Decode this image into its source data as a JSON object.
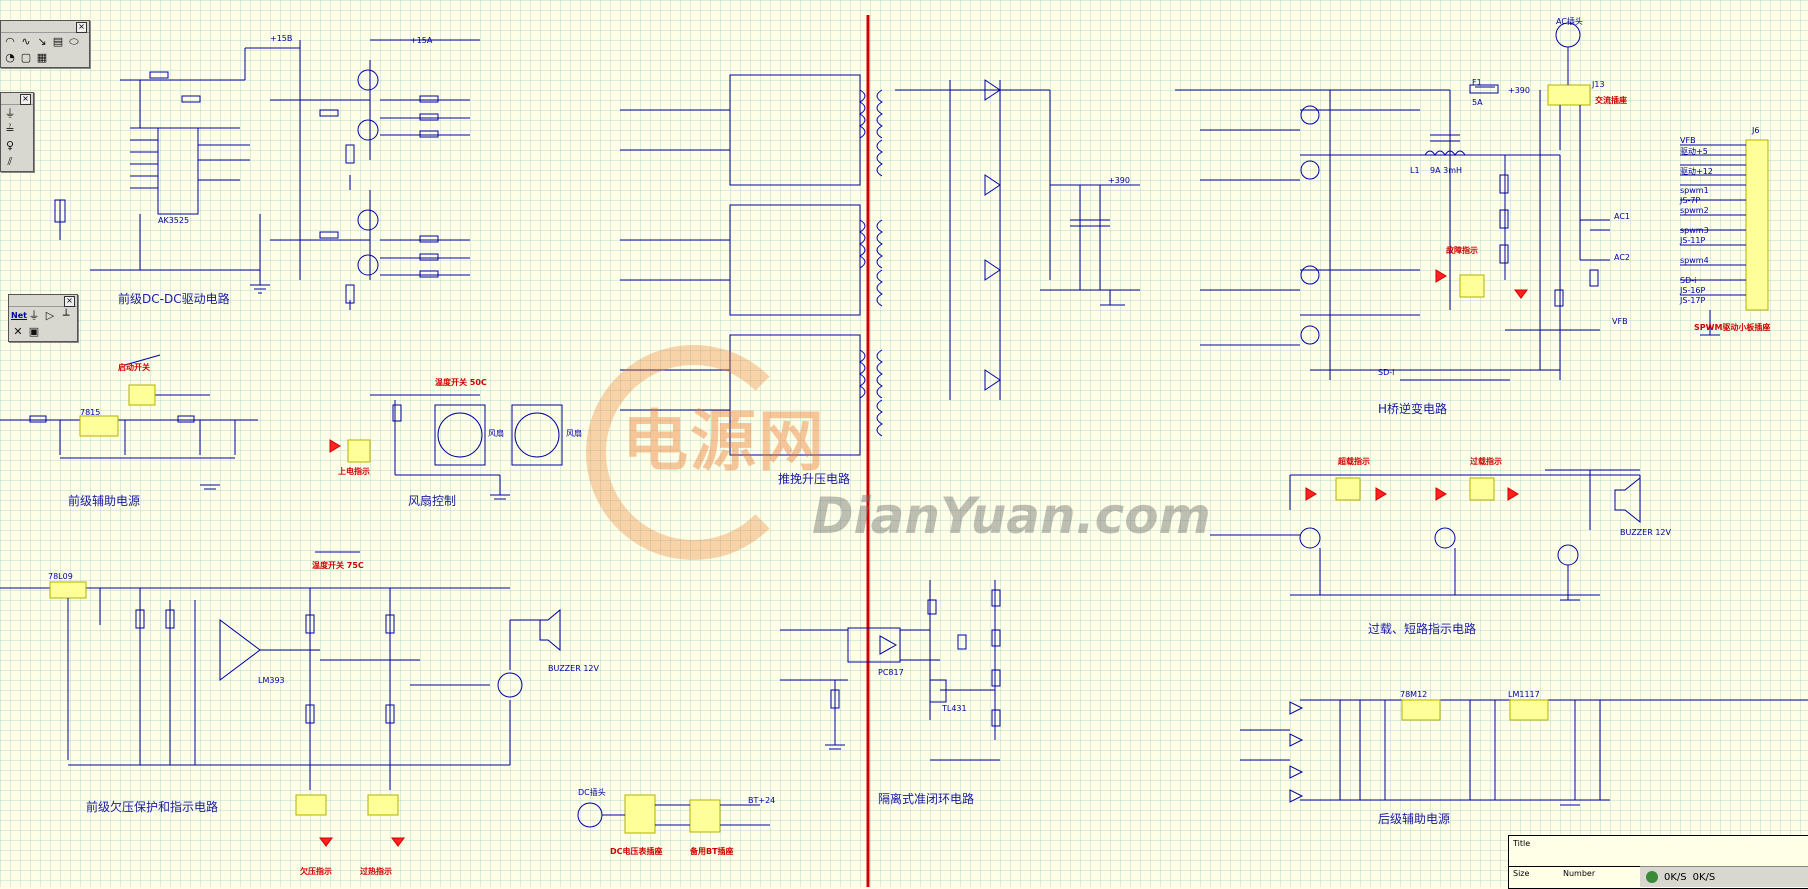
{
  "titles": {
    "dcdc_driver": "前级DC-DC驱动电路",
    "aux_front": "前级辅助电源",
    "fan": "风扇控制",
    "undervolt": "前级欠压保护和指示电路",
    "pushpull": "推挽升压电路",
    "isolated": "隔离式准闭环电路",
    "hbridge": "H桥逆变电路",
    "overload": "过载、短路指示电路",
    "aux_rear": "后级辅助电源"
  },
  "red_labels": {
    "start_switch": "启动开关",
    "temp50": "温度开关 50C",
    "temp75": "温度开关 75C",
    "power_ind": "上电指示",
    "undervolt_ind": "欠压指示",
    "overtemp_ind": "过热指示",
    "overload_ind": "超载指示",
    "short_ind": "过载指示",
    "fault_ind": "故障指示",
    "dc_socket": "DC电压表插座",
    "bt_socket": "备用BT插座",
    "ac_socket": "交流插座",
    "sine_board": "SPWM驱动小板插座"
  },
  "labels": {
    "ac_out": "AC插头",
    "dc_in": "DC插头",
    "bt24": "BT+24",
    "plus15": "+15A",
    "plus15b": "+15B",
    "plus390": "+390",
    "buzzer": "BUZZER 12V",
    "j13": "J13",
    "j6": "J6",
    "fuse": "F1",
    "fuse_val": "5A",
    "l1": "L1",
    "l1_val": "9A 3mH",
    "ic_ak": "AK3525",
    "ic_lm393": "LM393",
    "ic_7815": "7815",
    "ic_78l09": "78L09",
    "ic_7812": "78M12",
    "ic_lm1117": "LM1117",
    "pc817": "PC817",
    "tl431": "TL431",
    "vfb": "VFB",
    "sd": "SD-i",
    "fan_lbl": "风扇",
    "ac1": "AC1",
    "ac2": "AC2"
  },
  "pins_j6": [
    "VFB",
    "驱动+5",
    "驱动+12",
    "spwm1",
    "JS-7P",
    "spwm2",
    "spwm3",
    "JS-11P",
    "spwm4",
    "SD-i",
    "JS-16P",
    "JS-17P"
  ],
  "palettes": [
    {
      "tools": [
        "draw-arc-icon",
        "draw-wave-icon",
        "draw-wire-icon",
        "table-icon",
        "ellipse-icon",
        "pacman-icon",
        "rect-icon",
        "grid-icon"
      ]
    },
    {
      "tools": [
        "resistor-tool-icon",
        "ground-tool-icon",
        "probe-tool-icon",
        "hatch-tool-icon"
      ]
    },
    {
      "net": "Net",
      "tools": [
        "gnd-icon",
        "buffer-icon",
        "pin-icon",
        "no-erc-icon",
        "port-icon"
      ]
    }
  ],
  "watermark": {
    "cn": "电源网",
    "en": "DianYuan.com"
  },
  "titleblock": {
    "title": "Title",
    "size": "Size",
    "number": "Number"
  },
  "status": {
    "a": "0K/S",
    "b": "0K/S"
  }
}
